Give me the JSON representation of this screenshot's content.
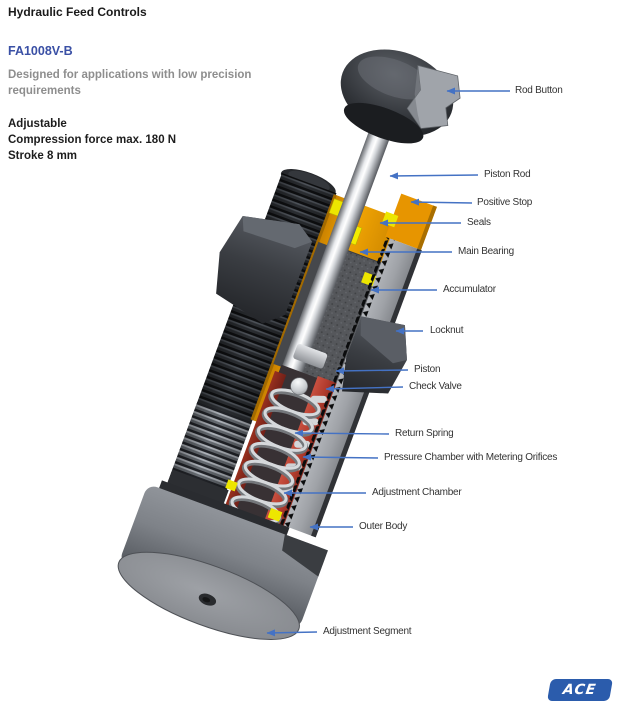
{
  "header": {
    "title": "Hydraulic Feed Controls",
    "product_code": "FA1008V-B",
    "description_lines": [
      "Designed for applications with low precision",
      "requirements"
    ],
    "specs": [
      "Adjustable",
      "Compression force max. 180 N",
      "Stroke 8 mm"
    ]
  },
  "illustration": {
    "subject": "hydraulic shock absorber cutaway diagram",
    "callouts": [
      "Rod Button",
      "Piston Rod",
      "Positive Stop",
      "Seals",
      "Main Bearing",
      "Accumulator",
      "Locknut",
      "Piston",
      "Check Valve",
      "Return Spring",
      "Pressure Chamber with Metering Orifices",
      "Adjustment Chamber",
      "Outer Body",
      "Adjustment Segment"
    ],
    "colors": {
      "arrow_blue": "#4472c4",
      "bearing_orange": "#e99c00",
      "seal_yellow": "#ede600",
      "chamber_red": "#b03a2c",
      "metal_gray": "#9fa2a7",
      "body_dark": "#2a2d31"
    }
  },
  "footer": {
    "brand_logo_text": "ACE",
    "brand_color": "#2b5cac"
  }
}
